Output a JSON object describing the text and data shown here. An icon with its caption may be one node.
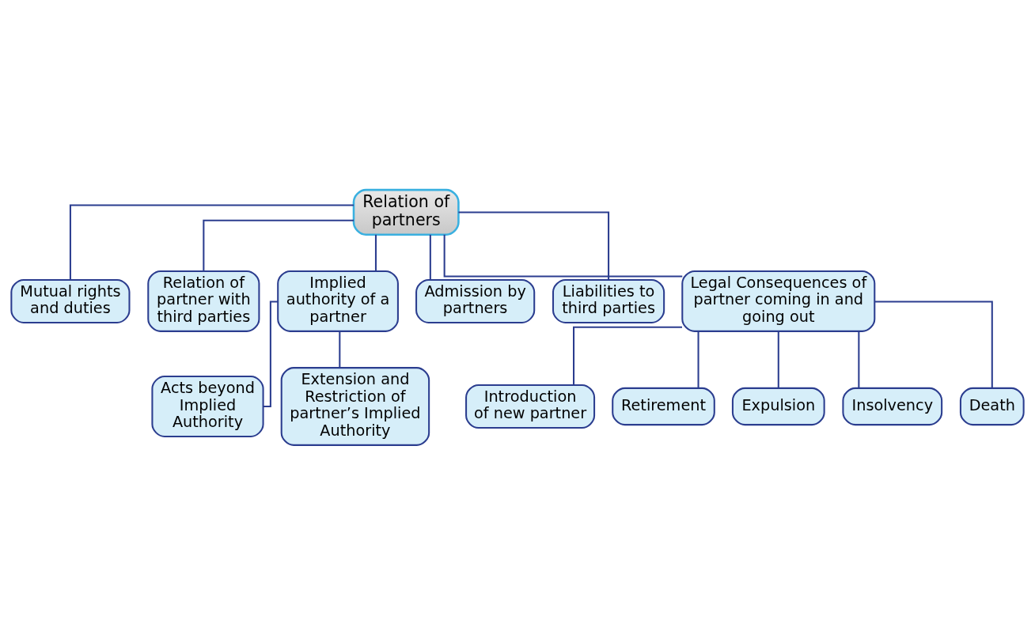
{
  "diagram": {
    "nodes": [
      {
        "text": [
          "Relation of partners"
        ]
      },
      {
        "text": [
          "Mutual rights and duties"
        ]
      },
      {
        "text": [
          "Relation of partner with third parties"
        ]
      },
      {
        "text": [
          "Implied authority of a partner"
        ]
      },
      {
        "text": [
          "Admission by partners"
        ]
      },
      {
        "text": [
          "Liabilities to third parties"
        ]
      },
      {
        "text": [
          "Legal Consequences of partner coming in and going out"
        ]
      },
      {
        "text": [
          "Acts beyond Implied Authority"
        ]
      },
      {
        "text": [
          "Extension and Restriction of partner’s Implied Authority"
        ]
      },
      {
        "text": [
          "Introduction of new partner"
        ]
      },
      {
        "text": [
          "Retirement"
        ]
      },
      {
        "text": [
          "Expulsion"
        ]
      },
      {
        "text": [
          "Insolvency"
        ]
      },
      {
        "text": [
          "Death"
        ]
      }
    ],
    "edges": [
      {
        "from": 0,
        "to": 1,
        "arrow": "none"
      },
      {
        "from": 0,
        "to": 2,
        "arrow": "none"
      },
      {
        "from": 0,
        "to": 3,
        "arrow": "none"
      },
      {
        "from": 0,
        "to": 4,
        "arrow": "none"
      },
      {
        "from": 0,
        "to": 5,
        "arrow": "none"
      },
      {
        "from": 0,
        "to": 6,
        "arrow": "none"
      },
      {
        "from": 3,
        "to": 7,
        "arrow": "none"
      },
      {
        "from": 3,
        "to": 8,
        "arrow": "none"
      },
      {
        "from": 6,
        "to": 9,
        "arrow": "none"
      },
      {
        "from": 6,
        "to": 10,
        "arrow": "none"
      },
      {
        "from": 6,
        "to": 11,
        "arrow": "none"
      },
      {
        "from": 6,
        "to": 12,
        "arrow": "none"
      },
      {
        "from": 6,
        "to": 13,
        "arrow": "none"
      }
    ]
  }
}
